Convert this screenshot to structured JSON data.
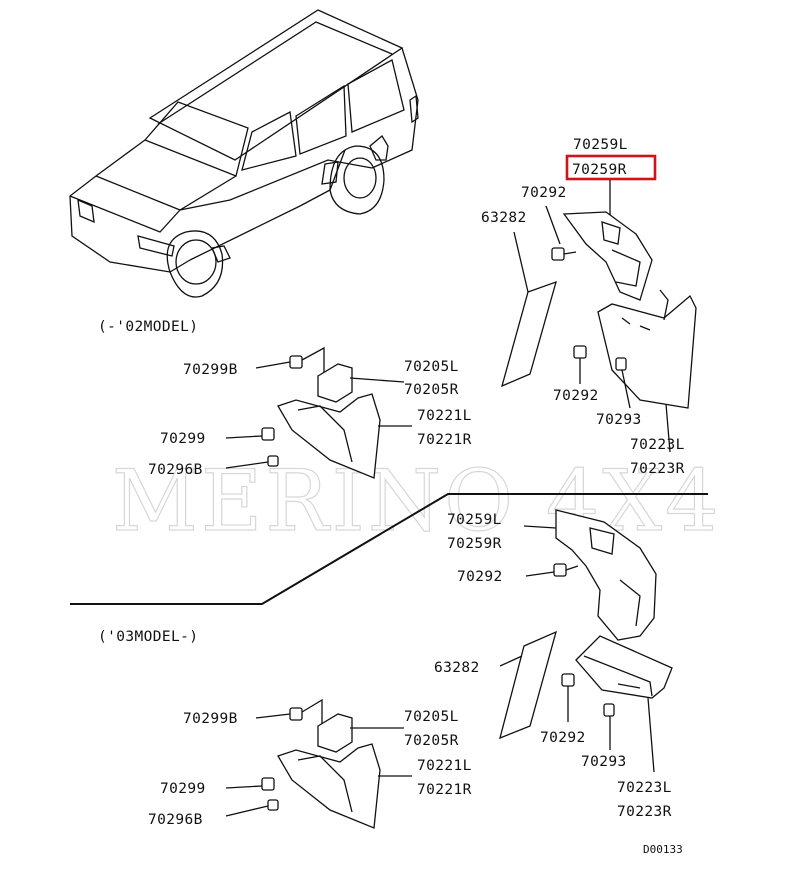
{
  "watermark": "MERINO 4X4",
  "sections": {
    "early": "(-'02MODEL)",
    "late": "('03MODEL-)"
  },
  "diagram_code": "D00133",
  "highlight": {
    "part": "70259R",
    "color": "#d0121b"
  },
  "labels": {
    "p1_70259L": "70259L",
    "p1_70259R": "70259R",
    "p1_70292a": "70292",
    "p1_63282": "63282",
    "p1_70292b": "70292",
    "p1_70293": "70293",
    "p1_70223L": "70223L",
    "p1_70223R": "70223R",
    "p2_70299B": "70299B",
    "p2_70205L": "70205L",
    "p2_70205R": "70205R",
    "p2_70221L": "70221L",
    "p2_70221R": "70221R",
    "p2_70299": "70299",
    "p2_70296B": "70296B",
    "p3_70259L": "70259L",
    "p3_70259R": "70259R",
    "p3_70292a": "70292",
    "p3_63282": "63282",
    "p3_70292b": "70292",
    "p3_70293": "70293",
    "p3_70223L": "70223L",
    "p3_70223R": "70223R",
    "p4_70299B": "70299B",
    "p4_70205L": "70205L",
    "p4_70205R": "70205R",
    "p4_70221L": "70221L",
    "p4_70221R": "70221R",
    "p4_70299": "70299",
    "p4_70296B": "70296B"
  }
}
